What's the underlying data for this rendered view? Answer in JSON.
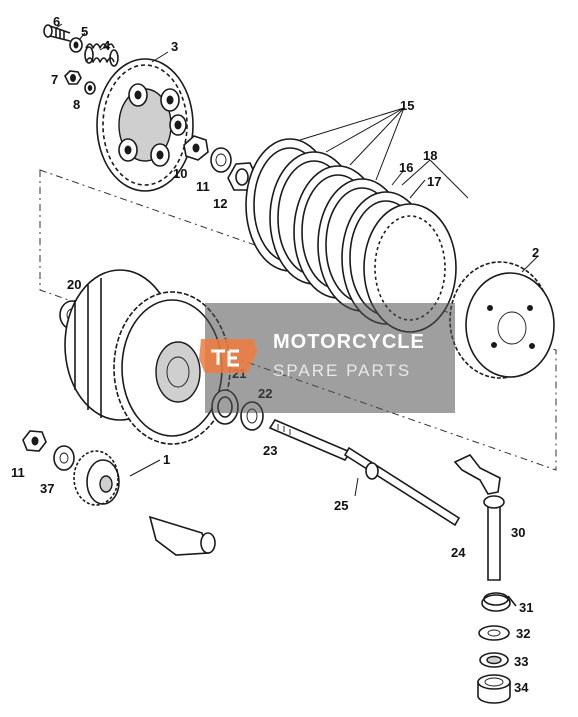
{
  "labels": {
    "l6": "6",
    "l5": "5",
    "l4": "4",
    "l3": "3",
    "l7": "7",
    "l8": "8",
    "l15": "15",
    "l16": "16",
    "l18": "18",
    "l17": "17",
    "l10": "10",
    "l11a": "11",
    "l12": "12",
    "l2": "2",
    "l20": "20",
    "l21": "21",
    "l22": "22",
    "l23": "23",
    "l11b": "11",
    "l37": "37",
    "l1": "1",
    "l25": "25",
    "l24": "24",
    "l30": "30",
    "l31": "31",
    "l32": "32",
    "l33": "33",
    "l34": "34"
  },
  "watermark": {
    "line1": "MOTORCYCLE",
    "line2": "SPARE PARTS",
    "logo": "fiche-parts-logo"
  },
  "colors": {
    "watermark_accent": "#f07a3c",
    "line_art": "#1a1a1a"
  }
}
